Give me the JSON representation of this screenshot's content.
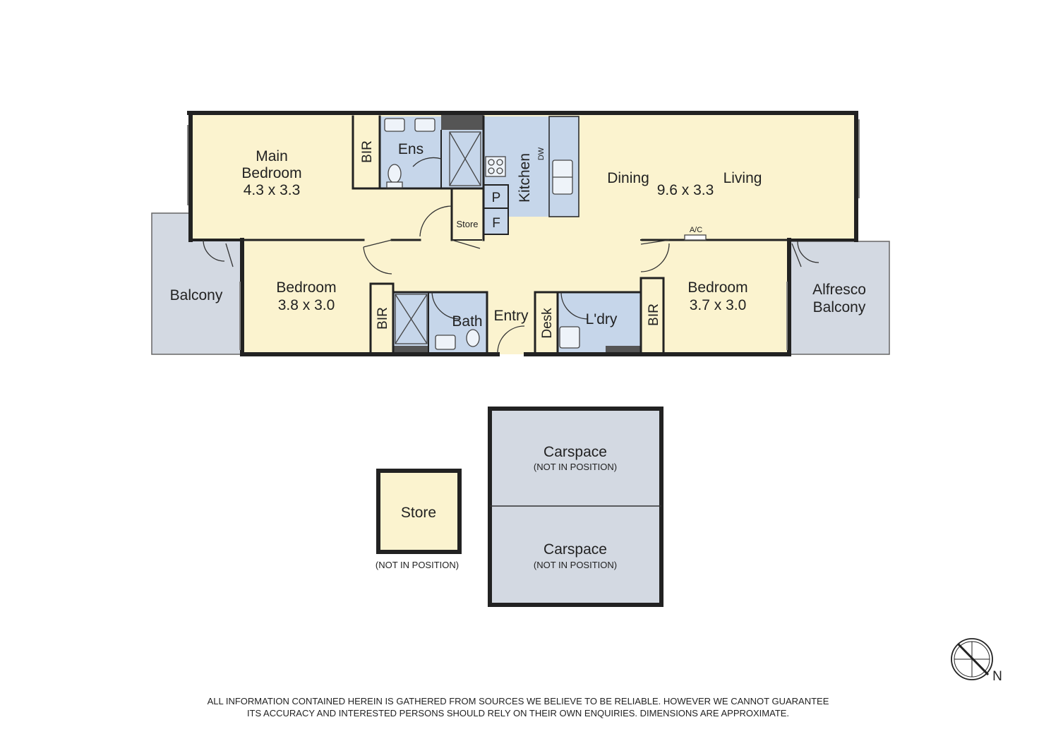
{
  "colors": {
    "room_fill": "#fbf3cf",
    "wet_fill": "#c6d6ea",
    "outdoor_fill": "#d3d9e2",
    "wall": "#222222",
    "text": "#222222"
  },
  "rooms": {
    "main_bedroom": {
      "line1": "Main",
      "line2": "Bedroom",
      "dims": "4.3 x 3.3"
    },
    "bir_main": "BIR",
    "ensuite": "Ens",
    "kitchen": "Kitchen",
    "dishwasher": "DW",
    "pantry": "P",
    "fridge": "F",
    "store_internal": "Store",
    "dining": "Dining",
    "dining_living_dims": "9.6 x 3.3",
    "living": "Living",
    "aircon": "A/C",
    "balcony_left": "Balcony",
    "bedroom2": {
      "name": "Bedroom",
      "dims": "3.8 x 3.0"
    },
    "bir_bed2": "BIR",
    "bath": "Bath",
    "entry": "Entry",
    "desk": "Desk",
    "laundry": "L'dry",
    "bir_bed3": "BIR",
    "bedroom3": {
      "name": "Bedroom",
      "dims": "3.7 x 3.0"
    },
    "alfresco": {
      "line1": "Alfresco",
      "line2": "Balcony"
    }
  },
  "outbuildings": {
    "store": {
      "name": "Store",
      "note": "(NOT IN POSITION)"
    },
    "carspace1": {
      "name": "Carspace",
      "note": "(NOT IN POSITION)"
    },
    "carspace2": {
      "name": "Carspace",
      "note": "(NOT IN POSITION)"
    }
  },
  "compass": {
    "label": "N"
  },
  "disclaimer": {
    "line1": "ALL INFORMATION CONTAINED HEREIN IS GATHERED FROM SOURCES WE BELIEVE TO BE RELIABLE.  HOWEVER WE CANNOT GUARANTEE",
    "line2": "ITS ACCURACY AND INTERESTED PERSONS SHOULD RELY ON THEIR OWN ENQUIRIES.  DIMENSIONS ARE APPROXIMATE."
  }
}
